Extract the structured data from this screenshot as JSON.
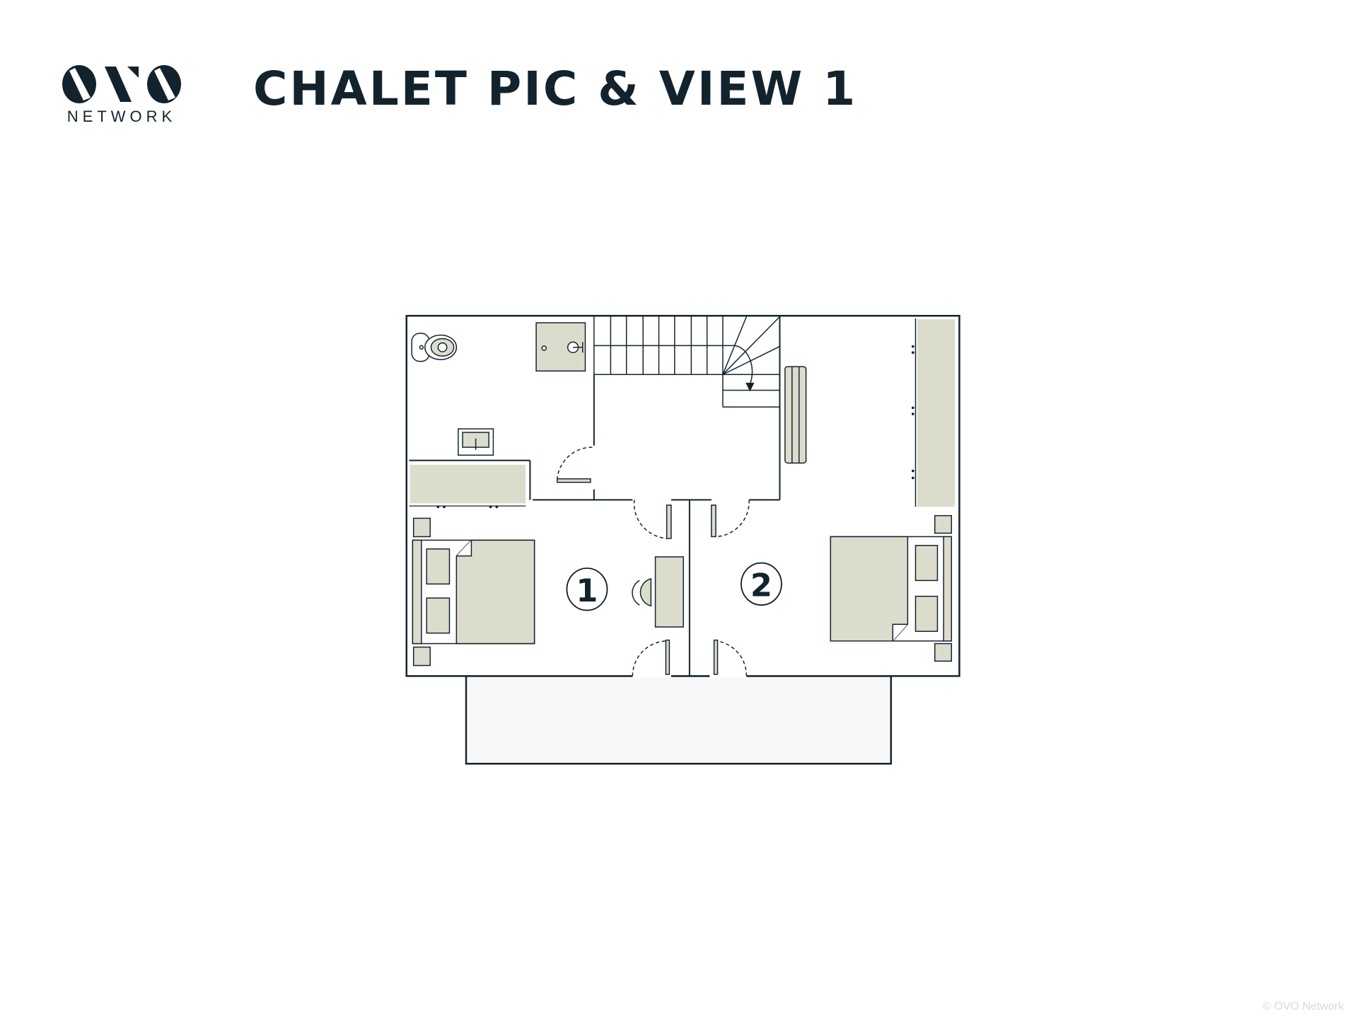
{
  "header": {
    "logo_text": "NETWORK",
    "title": "CHALET PIC & VIEW 1"
  },
  "floorplan": {
    "room_labels": [
      "1",
      "2"
    ],
    "colors": {
      "wall": "#13232e",
      "furniture": "#dcdccc",
      "balcony": "#f7f7f7"
    }
  },
  "footer": {
    "copyright": "© OVO Network"
  }
}
